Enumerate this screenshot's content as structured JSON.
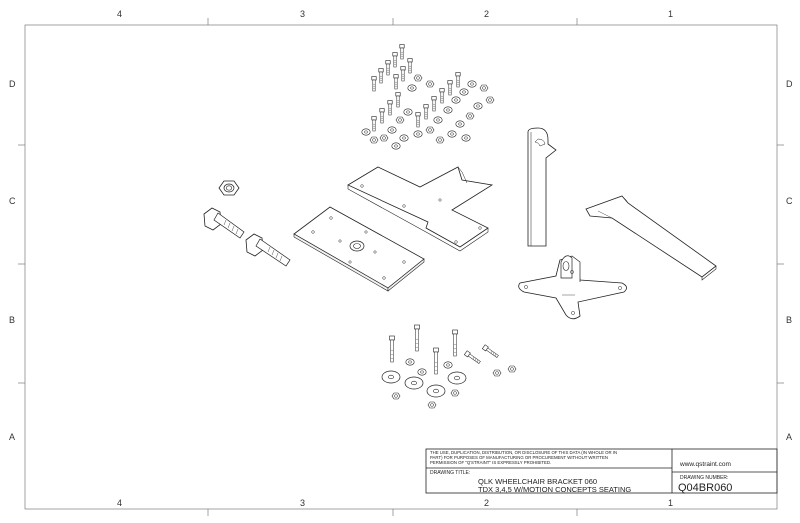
{
  "zones": {
    "top": [
      "4",
      "3",
      "2",
      "1"
    ],
    "bottom": [
      "4",
      "3",
      "2",
      "1"
    ],
    "left": [
      "D",
      "C",
      "B",
      "A"
    ],
    "right": [
      "D",
      "C",
      "B",
      "A"
    ]
  },
  "title_block": {
    "disclaimer": "THE USE, DUPLICATION, DISTRIBUTION, OR DISCLOSURE OF THIS DATA (IN WHOLE OR IN PART) FOR PURPOSES OF MANUFACTURING OR PROCUREMENT WITHOUT WRITTEN PERMISSION OF \"Q'STRAINT\" IS EXPRESSLY PROHIBITED.",
    "drawing_title_label": "DRAWING TITLE:",
    "title_line1": "QLK WHEELCHAIR BRACKET 060",
    "title_line2": "TDX 3,4,5 W/MOTION CONCEPTS SEATING",
    "website": "www.qstraint.com",
    "drawing_number_label": "DRAWING NUMBER:",
    "drawing_number": "Q04BR060"
  }
}
